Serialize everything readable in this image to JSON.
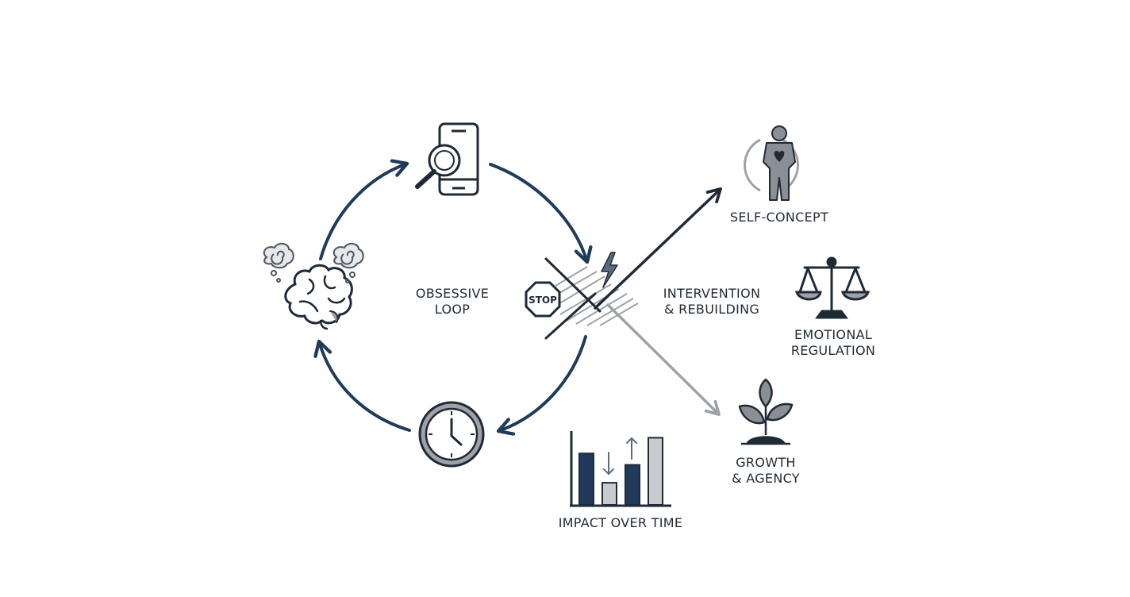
{
  "labels": {
    "loop_line1": "OBSESSIVE",
    "loop_line2": "LOOP",
    "intervention_line1": "INTERVENTION",
    "intervention_line2": "& REBUILDING",
    "self_concept": "SELF-CONCEPT",
    "emotional_line1": "EMOTIONAL",
    "emotional_line2": "REGULATION",
    "growth_line1": "GROWTH",
    "growth_line2": "& AGENCY",
    "impact": "IMPACT OVER TIME",
    "stop_sign": "STOP"
  },
  "icons": [
    "phone-search-icon",
    "brain-icon",
    "thought-swirl-icon",
    "clock-icon",
    "stop-sign-icon",
    "lightning-icon",
    "person-heart-icon",
    "scale-icon",
    "sprout-icon",
    "bar-chart-icon"
  ],
  "colors": {
    "navy": "#1f3a5a",
    "dark": "#1f2a36",
    "gray": "#9ea2a6",
    "light_gray": "#c9cbce"
  },
  "chart_data": {
    "type": "bar",
    "bars": [
      {
        "value": 0.72,
        "color": "navy"
      },
      {
        "value": 0.31,
        "color": "light_gray",
        "arrow": "down"
      },
      {
        "value": 0.56,
        "color": "navy",
        "arrow": "up"
      },
      {
        "value": 0.94,
        "color": "light_gray"
      }
    ]
  }
}
